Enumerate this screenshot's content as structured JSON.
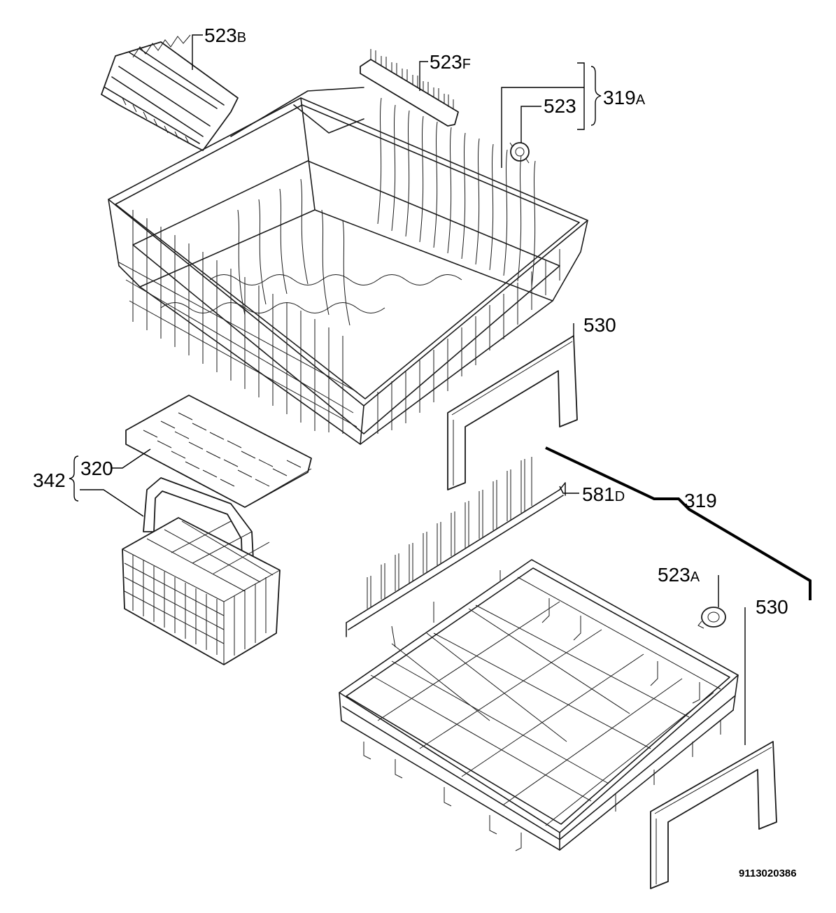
{
  "diagram": {
    "callouts": {
      "c523b": {
        "num": "523",
        "suffix": "B"
      },
      "c523f": {
        "num": "523",
        "suffix": "F"
      },
      "c523": {
        "num": "523",
        "suffix": ""
      },
      "c319a": {
        "num": "319",
        "suffix": "A"
      },
      "c530_top": {
        "num": "530",
        "suffix": ""
      },
      "c320": {
        "num": "320",
        "suffix": ""
      },
      "c342": {
        "num": "342",
        "suffix": ""
      },
      "c581d": {
        "num": "581",
        "suffix": "D"
      },
      "c319": {
        "num": "319",
        "suffix": ""
      },
      "c523a": {
        "num": "523",
        "suffix": "A"
      },
      "c530_bottom": {
        "num": "530",
        "suffix": ""
      }
    },
    "document_number": "9113020386"
  },
  "icons": {
    "upper_basket": "upper-basket-icon",
    "cutlery_basket": "cutlery-basket-icon",
    "lower_basket": "lower-basket-icon",
    "wheel": "wheel-icon"
  }
}
